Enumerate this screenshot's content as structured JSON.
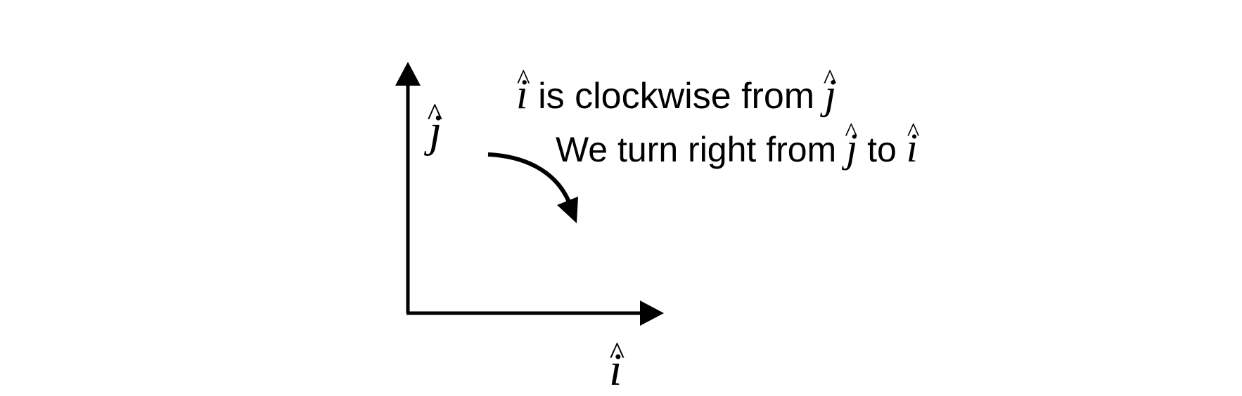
{
  "axes": {
    "vertical_label": "j",
    "horizontal_label": "i",
    "hat": "^"
  },
  "statement": {
    "subject": "i",
    "middle": " is clockwise from ",
    "object": "j"
  },
  "turn": {
    "lead": "We turn right from ",
    "from": "j",
    "joiner": " to ",
    "to": "i"
  }
}
